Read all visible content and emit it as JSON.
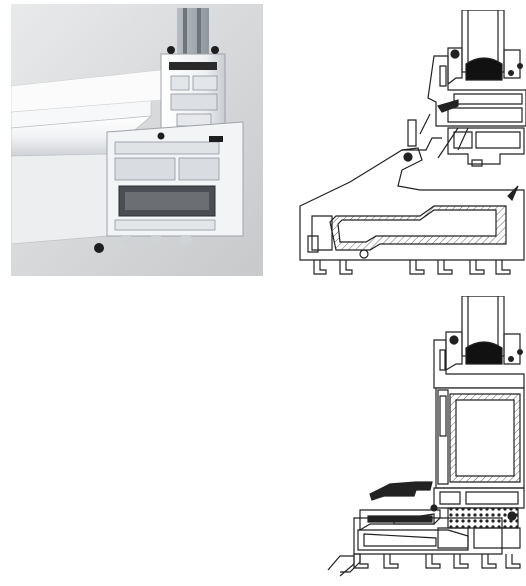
{
  "figure": {
    "photo": {
      "subject": "window-profile-cutaway-photo"
    },
    "sections": [
      {
        "id": "top",
        "subject": "profile-cross-section-drawing"
      },
      {
        "id": "bottom",
        "subject": "profile-cross-section-drawing-with-sill"
      }
    ],
    "colors": {
      "background": "#ffffff",
      "photo_backdrop": "#d9dadb",
      "pvc_white": "#f4f5f6",
      "pvc_shadow": "#b9bcc0",
      "gasket_black": "#1e1e1e",
      "line": "#222222",
      "steel_hatch": "#666666"
    }
  }
}
